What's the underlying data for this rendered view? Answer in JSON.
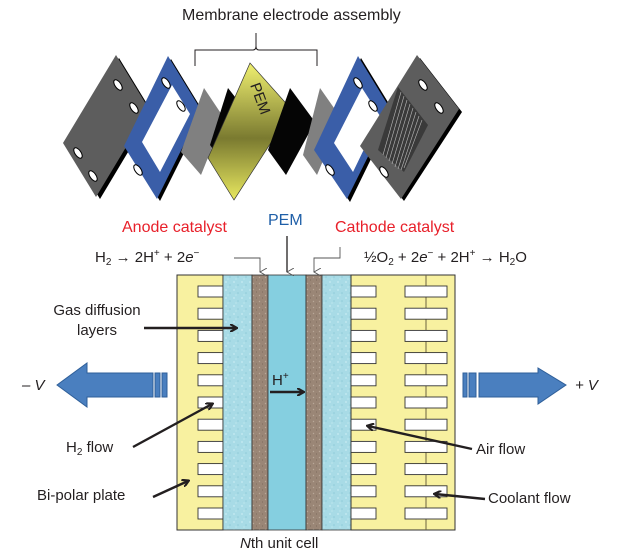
{
  "title": "Membrane electrode assembly",
  "exploded_view": {
    "layers": [
      {
        "name": "end-plate",
        "color": "#5a5a5a"
      },
      {
        "name": "gasket",
        "color": "#3a5ea8"
      },
      {
        "name": "gas-diffusion-layer",
        "color": "#808080"
      },
      {
        "name": "catalyst-layer",
        "color": "#050505"
      },
      {
        "name": "PEM",
        "color": "#d8d84a",
        "label": "PEM"
      },
      {
        "name": "catalyst-layer",
        "color": "#050505"
      },
      {
        "name": "gas-diffusion-layer",
        "color": "#808080"
      },
      {
        "name": "gasket",
        "color": "#3a5ea8"
      },
      {
        "name": "flow-field-plate",
        "color": "#5a5a5a"
      }
    ]
  },
  "labels": {
    "anode_catalyst": "Anode catalyst",
    "pem": "PEM",
    "cathode_catalyst": "Cathode catalyst",
    "anode_reaction": {
      "a": "H",
      "a_sub": "2",
      "b": " → 2H",
      "b_sup": "+",
      "c": " + 2",
      "c_it": "e",
      "c_sup": "−"
    },
    "cathode_reaction": {
      "a": "½O",
      "a_sub": "2",
      "b": " + 2",
      "b_it": "e",
      "b_sup": "−",
      "c": " + 2H",
      "c_sup": "+",
      "d": " → H",
      "d_sub": "2",
      "e": "O"
    },
    "gas_diffusion_line1": "Gas diffusion",
    "gas_diffusion_line2": "layers",
    "minus_v": "– V",
    "plus_v": "+ V",
    "h_plus": "H",
    "h_plus_sup": "+",
    "h2_flow": "H",
    "h2_flow_sub": "2",
    "h2_flow_rest": " flow",
    "bipolar_plate": "Bi-polar plate",
    "air_flow": "Air flow",
    "coolant_flow": "Coolant flow",
    "unit_cell_it": "N",
    "unit_cell_rest": "th unit cell"
  },
  "colors": {
    "plate": "#f8f1a0",
    "gdl": "#a8dbe6",
    "catalyst": "#9a8676",
    "pem": "#85cfe0",
    "arrow_blue": "#4a7fbf",
    "label_red": "#e8202a",
    "label_blue": "#1f5fa8"
  },
  "cell": {
    "channel_count": 11
  }
}
